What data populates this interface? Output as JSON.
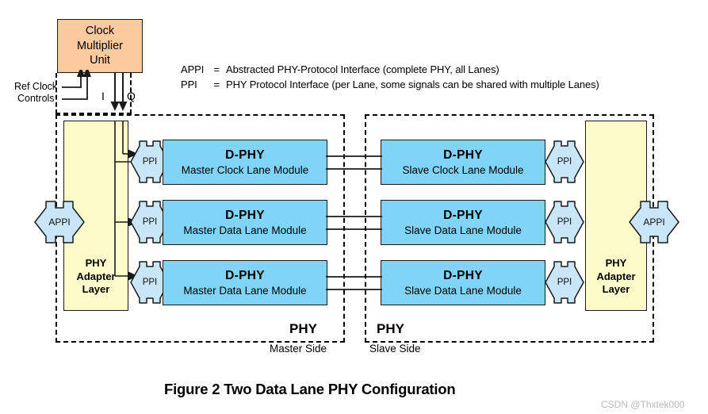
{
  "figure": {
    "caption": "Figure 2 Two Data Lane PHY Configuration",
    "watermark": "CSDN @Thxtek000"
  },
  "legend": {
    "line1_key": "APPI",
    "line1_eq": "=",
    "line1_text": "Abstracted PHY-Protocol Interface (complete PHY, all Lanes)",
    "line2_key": "PPI",
    "line2_eq": "=",
    "line2_text": "PHY Protocol Interface (per Lane, some signals can be shared with multiple Lanes)"
  },
  "clock_multiplier_unit": {
    "line1": "Clock",
    "line2": "Multiplier",
    "line3": "Unit",
    "fill": "#fbca9e"
  },
  "ref_clock": {
    "line1": "Ref Clock",
    "line2": "Controls"
  },
  "clock_signals": {
    "i_label": "I",
    "q_label": "Q"
  },
  "master_side": {
    "adapter_layer": {
      "line1": "PHY",
      "line2": "Adapter",
      "line3": "Layer",
      "fill": "#fdfdcc"
    },
    "appi_label": "APPI",
    "ppi_label": "PPI",
    "modules": [
      {
        "title": "D-PHY",
        "subtitle": "Master Clock Lane Module"
      },
      {
        "title": "D-PHY",
        "subtitle": "Master Data Lane Module"
      },
      {
        "title": "D-PHY",
        "subtitle": "Master Data Lane Module"
      }
    ],
    "phy_label": "PHY",
    "side_label": "Master Side"
  },
  "slave_side": {
    "adapter_layer": {
      "line1": "PHY",
      "line2": "Adapter",
      "line3": "Layer",
      "fill": "#fdfdcc"
    },
    "appi_label": "APPI",
    "ppi_label": "PPI",
    "modules": [
      {
        "title": "D-PHY",
        "subtitle": "Slave Clock Lane Module"
      },
      {
        "title": "D-PHY",
        "subtitle": "Slave Data Lane Module"
      },
      {
        "title": "D-PHY",
        "subtitle": "Slave Data Lane Module"
      }
    ],
    "phy_label": "PHY",
    "side_label": "Slave Side"
  },
  "colors": {
    "module_fill": "#7fd4f7",
    "adapter_fill": "#fdfdcc",
    "cmu_fill": "#fbca9e",
    "interface_fill": "#c8e6f8",
    "stroke": "#1a1a1a"
  }
}
